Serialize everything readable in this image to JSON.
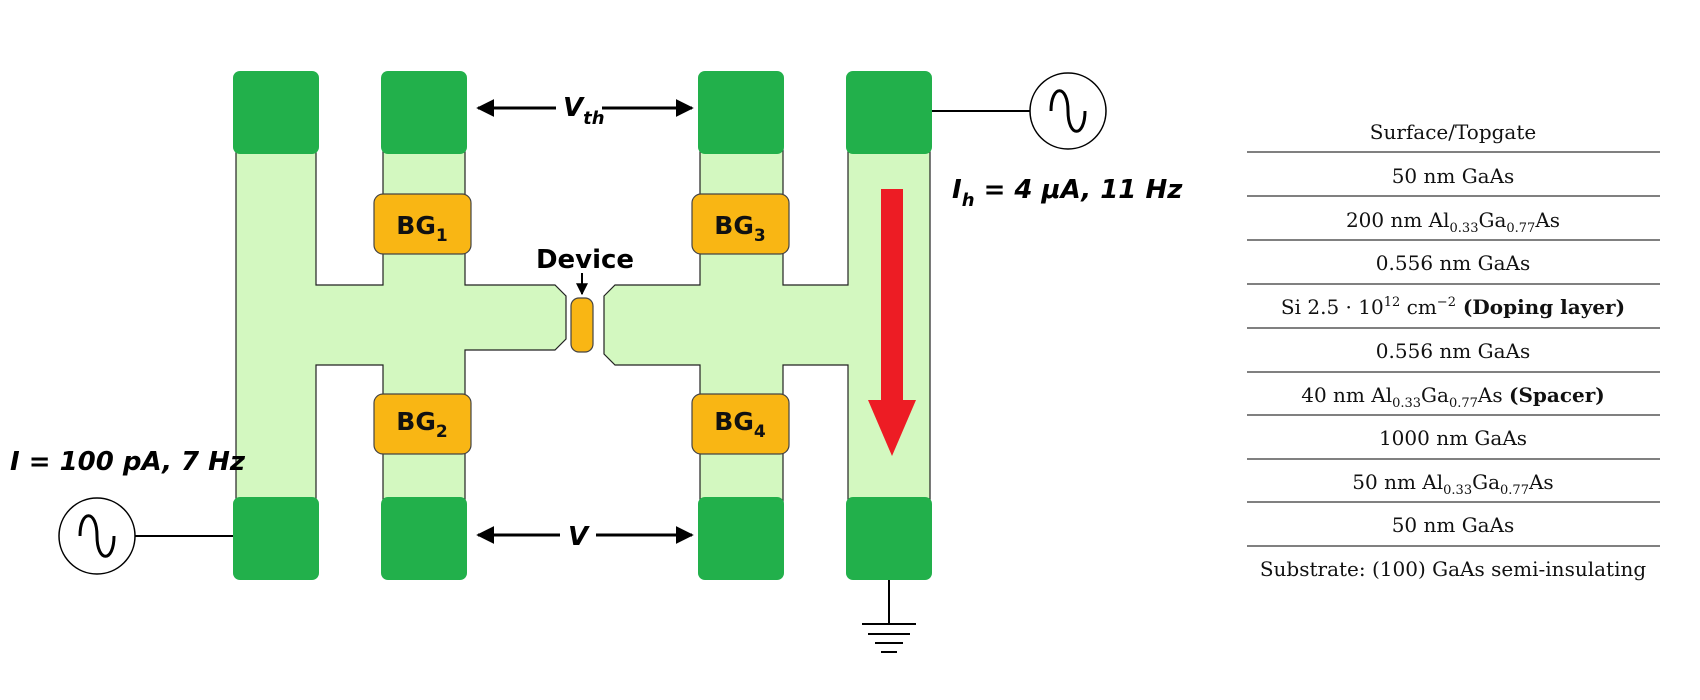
{
  "colors": {
    "channel": "#d3f8c0",
    "contact": "#22b04b",
    "gate": "#f9b614",
    "arrow": "#ed1c24",
    "line": "#000000"
  },
  "labels": {
    "vth": {
      "main": "V",
      "sub": "th"
    },
    "v": "V",
    "device": "Device",
    "ih": {
      "main": "I",
      "sub": "h",
      "rest": " = 4 μA, 11 Hz"
    },
    "i": "I = 100 pA, 7 Hz"
  },
  "gates": [
    {
      "main": "BG",
      "sub": "1"
    },
    {
      "main": "BG",
      "sub": "2"
    },
    {
      "main": "BG",
      "sub": "3"
    },
    {
      "main": "BG",
      "sub": "4"
    }
  ],
  "icons": {
    "ac_source": "ac-source-icon",
    "ground": "ground-icon",
    "current_arrow": "arrow-down-icon"
  },
  "layers": [
    {
      "text": "Surface/Topgate"
    },
    {
      "text": "50 nm GaAs"
    },
    {
      "pre": "200 nm Al",
      "sub1": "0.33",
      "mid": "Ga",
      "sub2": "0.77",
      "post": "As"
    },
    {
      "text": "0.556 nm GaAs"
    },
    {
      "pre": "Si 2.5 · 10",
      "sup": "12",
      "mid": " cm",
      "sup2": "−2",
      "bold": " (Doping layer)"
    },
    {
      "text": "0.556 nm GaAs"
    },
    {
      "pre": "40 nm Al",
      "sub1": "0.33",
      "mid": "Ga",
      "sub2": "0.77",
      "post": "As ",
      "bold": "(Spacer)"
    },
    {
      "text": "1000 nm GaAs"
    },
    {
      "pre": "50 nm Al",
      "sub1": "0.33",
      "mid": "Ga",
      "sub2": "0.77",
      "post": "As"
    },
    {
      "text": "50 nm GaAs"
    },
    {
      "text": "Substrate: (100) GaAs semi-insulating"
    }
  ]
}
